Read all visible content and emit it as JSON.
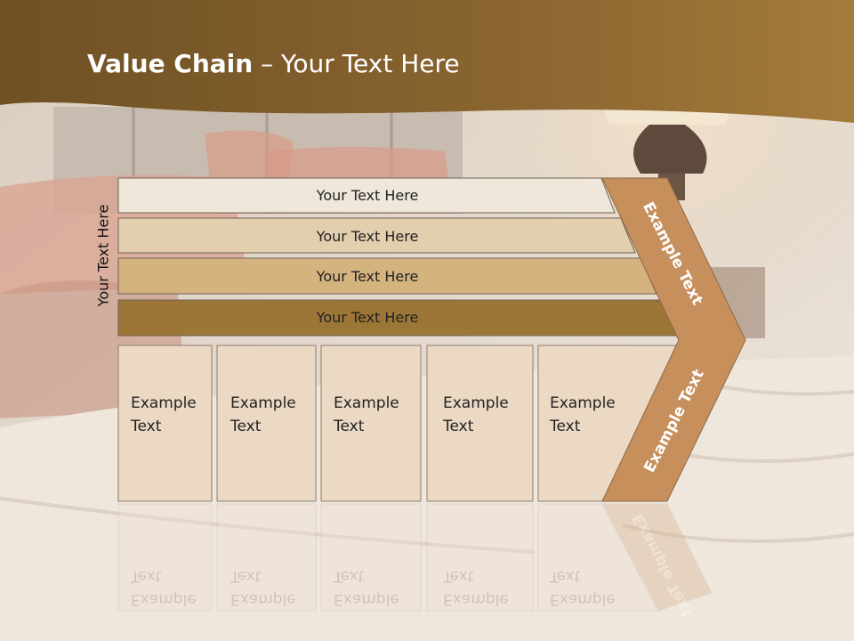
{
  "title": {
    "bold": "Value Chain",
    "rest": " – Your Text Here"
  },
  "side_label": "Your Text Here",
  "bands": [
    {
      "label": "Your Text Here",
      "color": "#efe7da"
    },
    {
      "label": "Your Text Here",
      "color": "#e3cfae"
    },
    {
      "label": "Your Text Here",
      "color": "#d4b37f"
    },
    {
      "label": "Your Text Here",
      "color": "#9c7636"
    }
  ],
  "cards": [
    {
      "line1": "Example",
      "line2": "Text"
    },
    {
      "line1": "Example",
      "line2": "Text"
    },
    {
      "line1": "Example",
      "line2": "Text"
    },
    {
      "line1": "Example",
      "line2": "Text"
    },
    {
      "line1": "Example",
      "line2": "Text"
    }
  ],
  "chevron": {
    "top_label": "Example Text",
    "bottom_label": "Example Text",
    "color": "#c78f5c"
  },
  "colors": {
    "header": "#7b5a28",
    "card": "#ecd9c4"
  }
}
